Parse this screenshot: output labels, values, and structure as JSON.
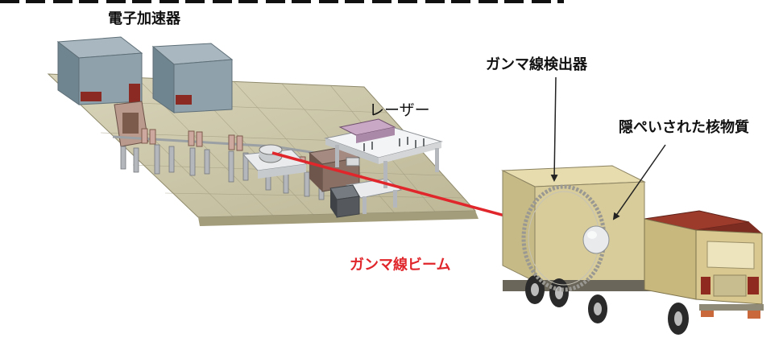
{
  "labels": {
    "accelerator": "電子加速器",
    "laser": "レーザー",
    "detector": "ガンマ線検出器",
    "hidden_material": "隠ぺいされた核物質",
    "beam": "ガンマ線ビーム"
  },
  "colors": {
    "beam": "#e0262b",
    "floor": "#c9c4a6",
    "accelerator_body": "#8fa2ac",
    "truck_cargo": "#d8cc9a",
    "truck_cab": "#d9c890",
    "truck_roof": "#9c3a2c"
  },
  "icons": [
    "electron-accelerator-icon",
    "laser-table-icon",
    "gamma-detector-ring-icon",
    "hidden-nuclear-material-icon",
    "truck-icon"
  ]
}
